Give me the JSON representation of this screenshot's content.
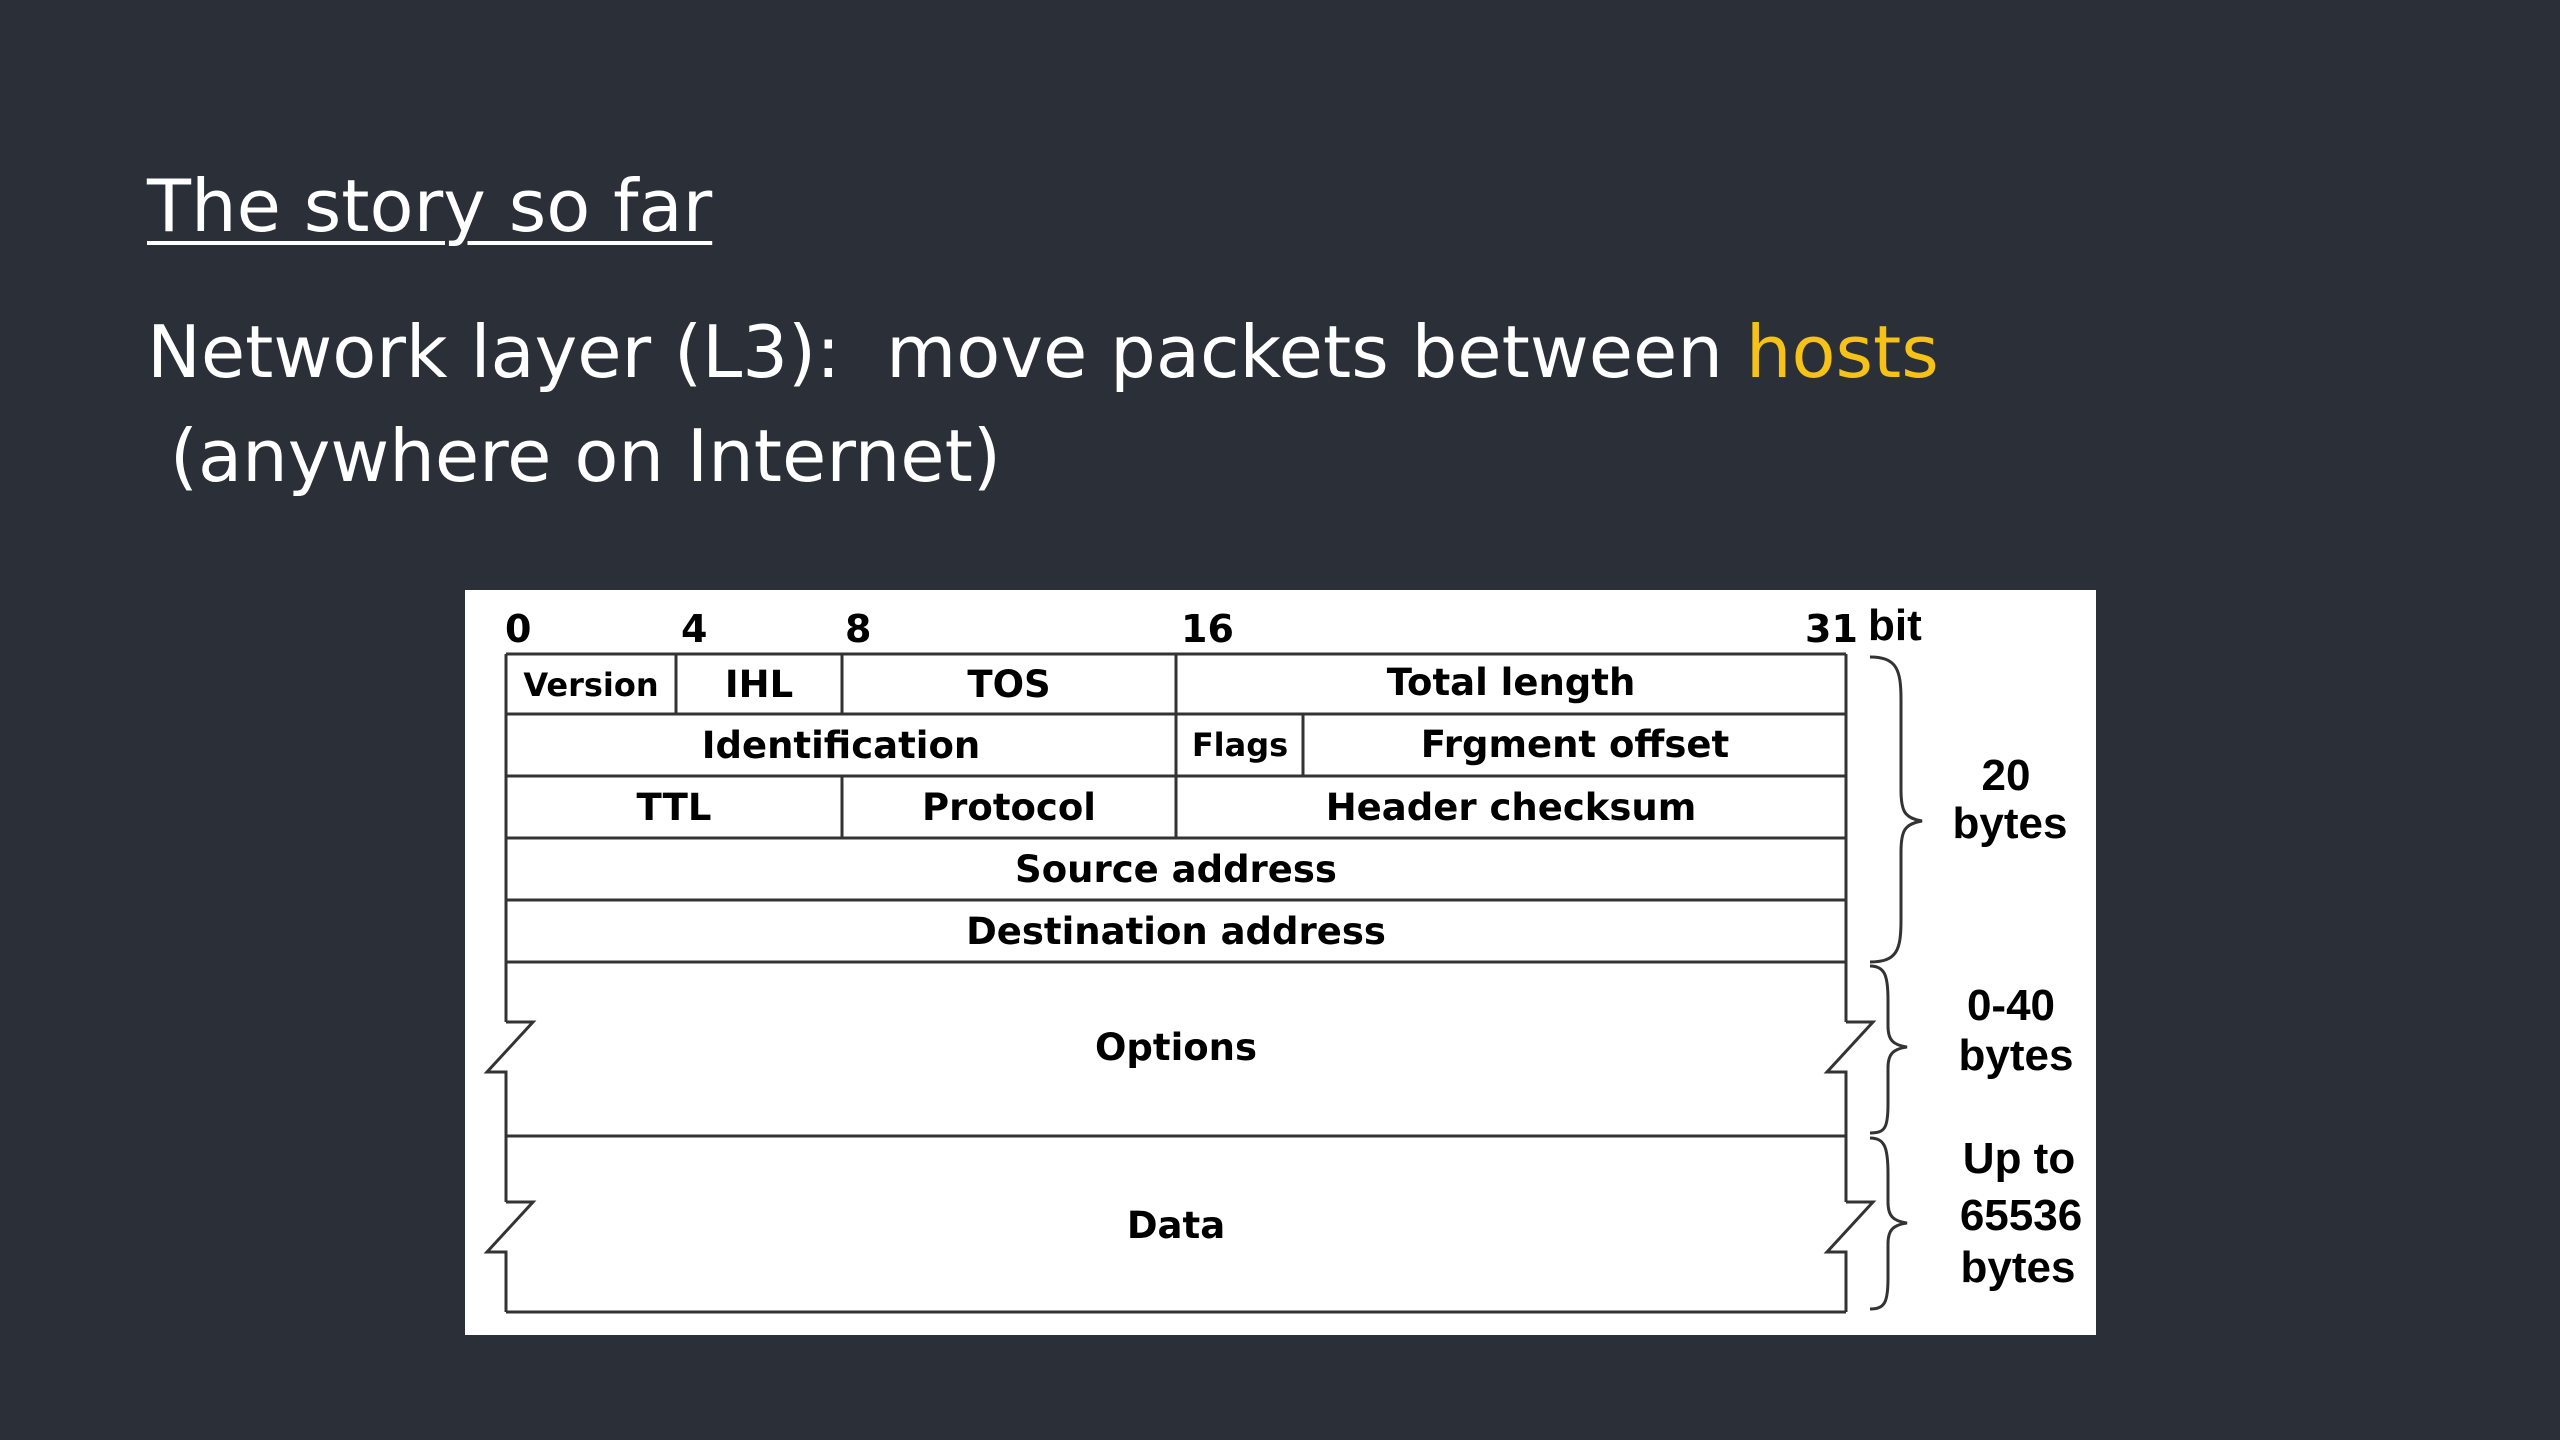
{
  "slide": {
    "heading": "The story so far",
    "subtitle_line1": "Network layer (L3):  move packets between ",
    "subtitle_highlight": "hosts",
    "subtitle_line2": " (anywhere on Internet)",
    "highlight_color": "#f6c217",
    "background_color": "#2a2f38"
  },
  "diagram": {
    "bit_ticks": [
      "0",
      "4",
      "8",
      "16",
      "31"
    ],
    "bit_unit": "bit",
    "fields": {
      "version": "Version",
      "ihl": "IHL",
      "tos": "TOS",
      "total_length": "Total length",
      "identification": "Identification",
      "flags": "Flags",
      "fragment_offset": "Frgment offset",
      "ttl": "TTL",
      "protocol": "Protocol",
      "header_checksum": "Header checksum",
      "source_address": "Source address",
      "destination_address": "Destination address",
      "options": "Options",
      "data": "Data"
    },
    "sizes": {
      "header": [
        "20",
        "bytes"
      ],
      "options": [
        "0-40",
        "bytes"
      ],
      "data": [
        "Up to",
        "65536",
        "bytes"
      ]
    }
  }
}
